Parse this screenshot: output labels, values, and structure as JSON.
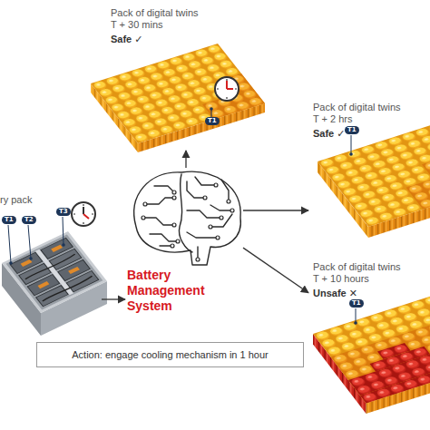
{
  "diagram": {
    "nodes": [
      {
        "text": [
          "Pack of digital twins T + 30 mins",
          "Safe ✓"
        ]
      },
      {
        "text": [
          "Pack of digital twins T + 2 hrs",
          "Safe ✓"
        ]
      },
      {
        "text": [
          "ry pack"
        ]
      },
      {
        "text": [
          "Battery Management System"
        ]
      },
      {
        "text": [
          "Pack of digital twins T + 10 hours",
          "Unsafe ✕"
        ]
      },
      {
        "text": [
          "Action: engage cooling mechanism in 1 hour"
        ]
      }
    ],
    "edges": [
      {
        "from": 2,
        "to": 3,
        "arrow": "to"
      },
      {
        "from": 3,
        "to": 0,
        "arrow": "to"
      },
      {
        "from": 3,
        "to": 1,
        "arrow": "to"
      },
      {
        "from": 3,
        "to": 4,
        "arrow": "to"
      }
    ],
    "labels": [
      "T1",
      "T1",
      "T1",
      "T2",
      "T3",
      "T1"
    ]
  }
}
